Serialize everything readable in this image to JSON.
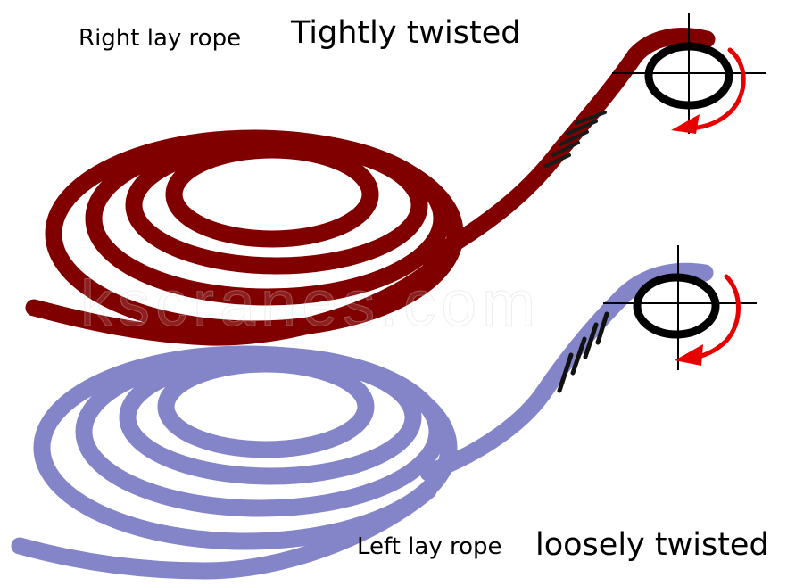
{
  "top_rope": {
    "lay_label": "Right lay rope",
    "twist_label": "Tightly twisted",
    "color": "#800000",
    "arrow_color": "#e60000"
  },
  "bottom_rope": {
    "lay_label": "Left lay rope",
    "twist_label": "loosely twisted",
    "color": "#8484c8",
    "arrow_color": "#e60000"
  },
  "watermark": "kscranes.com",
  "ring_color": "#000000"
}
